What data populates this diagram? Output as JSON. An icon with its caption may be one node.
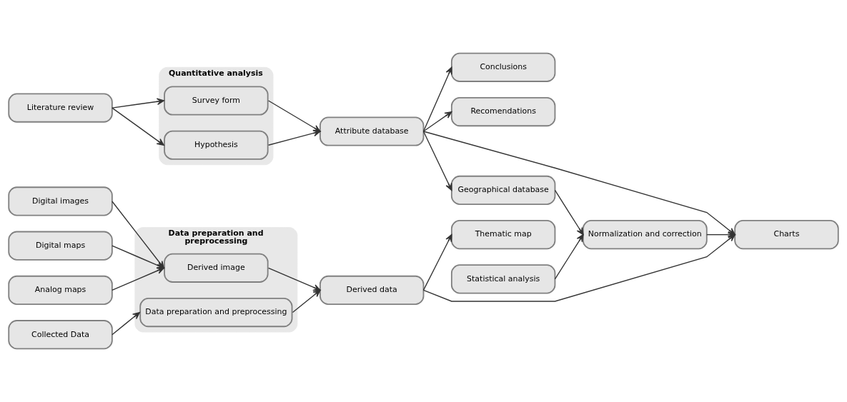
{
  "diagram": {
    "nodes": [
      {
        "text": [
          "Literature review"
        ]
      },
      {
        "text": [
          "Quantitative analysis"
        ]
      },
      {
        "text": [
          "Survey form"
        ],
        "in": 1
      },
      {
        "text": [
          "Hypothesis"
        ],
        "in": 1
      },
      {
        "text": [
          "Digital images"
        ]
      },
      {
        "text": [
          "Digital maps"
        ]
      },
      {
        "text": [
          "Analog maps"
        ]
      },
      {
        "text": [
          "Collected Data"
        ]
      },
      {
        "text": [
          "Data preparation and preprocessing"
        ]
      },
      {
        "text": [
          "Derived image"
        ],
        "in": 8
      },
      {
        "text": [
          "Data preparation and preprocessing"
        ],
        "in": 8
      },
      {
        "text": [
          "Attribute database"
        ]
      },
      {
        "text": [
          "Geographical database"
        ]
      },
      {
        "text": [
          "Normalization and correction"
        ]
      },
      {
        "text": [
          "Statistical analysis"
        ]
      },
      {
        "text": [
          "Derived data"
        ]
      },
      {
        "text": [
          "Conclusions"
        ]
      },
      {
        "text": [
          "Recomendations"
        ]
      },
      {
        "text": [
          "Charts"
        ]
      },
      {
        "text": [
          "Thematic map"
        ]
      }
    ],
    "edges": [
      {
        "from": 0,
        "to": 2,
        "arrow": "to"
      },
      {
        "from": 0,
        "to": 3,
        "arrow": "to"
      },
      {
        "from": 2,
        "to": 11,
        "arrow": "to"
      },
      {
        "from": 3,
        "to": 11,
        "arrow": "to"
      },
      {
        "from": 4,
        "to": 9,
        "arrow": "to"
      },
      {
        "from": 5,
        "to": 9,
        "arrow": "to"
      },
      {
        "from": 6,
        "to": 9,
        "arrow": "to"
      },
      {
        "from": 7,
        "to": 10,
        "arrow": "to"
      },
      {
        "from": 9,
        "to": 15,
        "arrow": "to"
      },
      {
        "from": 10,
        "to": 15,
        "arrow": "to"
      },
      {
        "from": 11,
        "to": 12,
        "arrow": "to"
      },
      {
        "from": 12,
        "to": 13,
        "arrow": "to"
      },
      {
        "from": 14,
        "to": 13,
        "arrow": "to"
      },
      {
        "from": 11,
        "to": 16,
        "arrow": "to"
      },
      {
        "from": 11,
        "to": 17,
        "arrow": "to"
      },
      {
        "from": 11,
        "to": 18,
        "arrow": "to"
      },
      {
        "from": 13,
        "to": 18,
        "arrow": "to"
      },
      {
        "from": 15,
        "to": 18,
        "arrow": "to"
      },
      {
        "from": 15,
        "to": 19,
        "arrow": "to"
      }
    ]
  }
}
